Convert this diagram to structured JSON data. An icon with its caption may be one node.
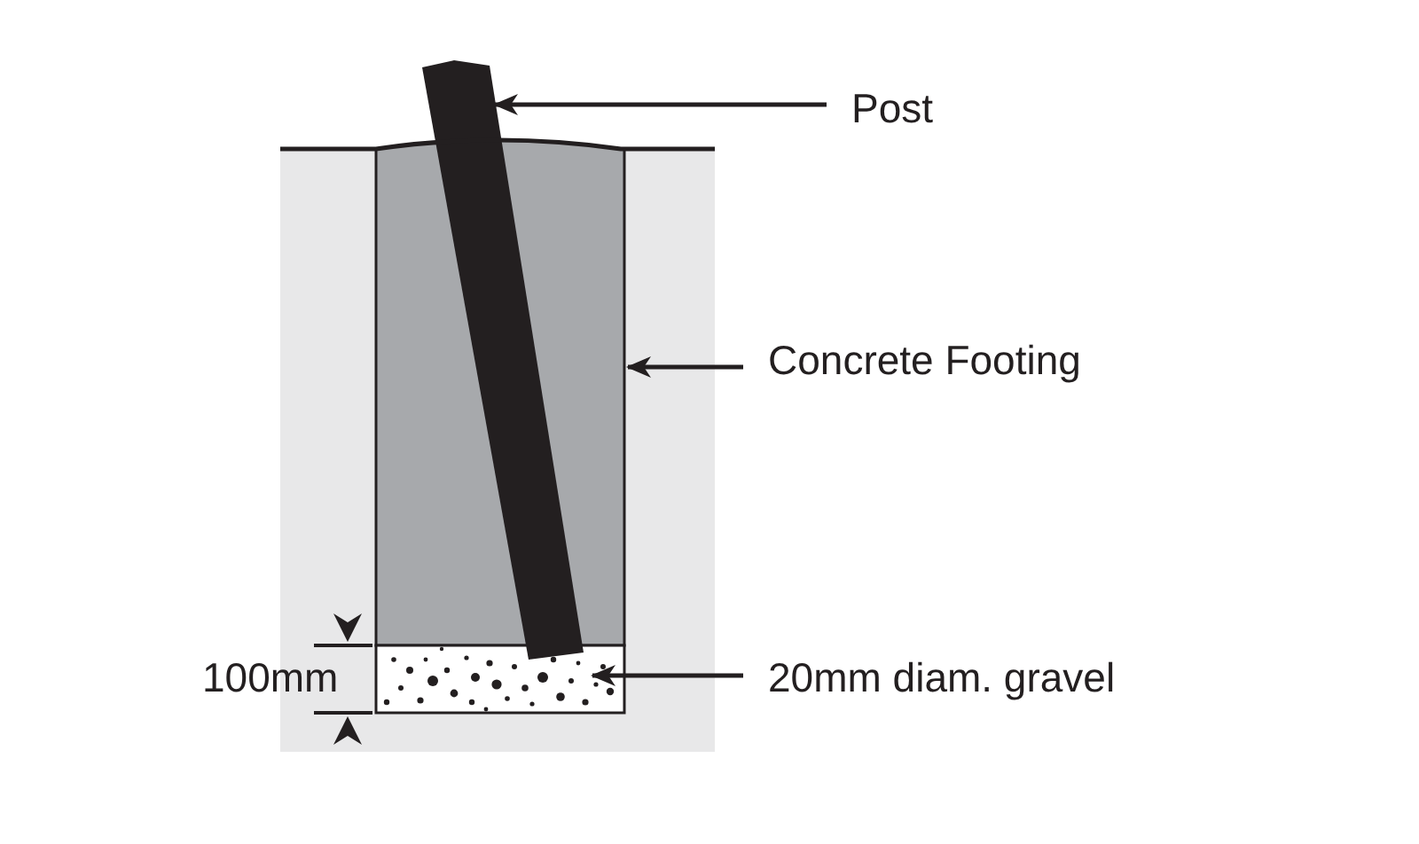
{
  "diagram": {
    "nodes": [
      {
        "text": [
          "Post"
        ]
      },
      {
        "text": [],
        "shape": "bar"
      },
      {
        "text": [
          "Concrete Footing"
        ]
      },
      {
        "text": [],
        "shape": "box"
      },
      {
        "text": [
          "20mm diam. gravel"
        ]
      },
      {
        "text": [],
        "shape": "box"
      }
    ],
    "edges": [
      {
        "from": 0,
        "to": 1,
        "arrow": "to"
      },
      {
        "from": 2,
        "to": 3,
        "arrow": "to"
      },
      {
        "from": 4,
        "to": 5,
        "arrow": "to"
      }
    ],
    "labels": [
      "100mm"
    ]
  }
}
